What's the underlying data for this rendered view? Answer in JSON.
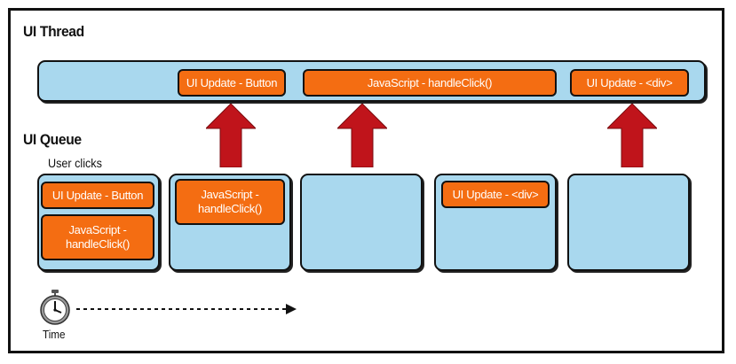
{
  "thread": {
    "title": "UI Thread",
    "tasks": [
      {
        "label": "UI Update - Button"
      },
      {
        "label": "JavaScript - handleClick()"
      },
      {
        "label": "UI Update - <div>"
      }
    ]
  },
  "queue": {
    "title": "UI Queue",
    "user_clicks_label": "User clicks",
    "slots": [
      {
        "tasks": [
          "UI Update - Button",
          "JavaScript -\nhandleClick()"
        ]
      },
      {
        "tasks": [
          "JavaScript -\nhandleClick()"
        ]
      },
      {
        "tasks": []
      },
      {
        "tasks": [
          "UI Update - <div>"
        ]
      },
      {
        "tasks": []
      }
    ]
  },
  "timeline": {
    "label": "Time",
    "icon": "stopwatch-icon"
  },
  "colors": {
    "lane_fill": "#a9d8ee",
    "task_fill": "#f46d12",
    "arrow_fill": "#c0141b",
    "border": "#111111"
  }
}
